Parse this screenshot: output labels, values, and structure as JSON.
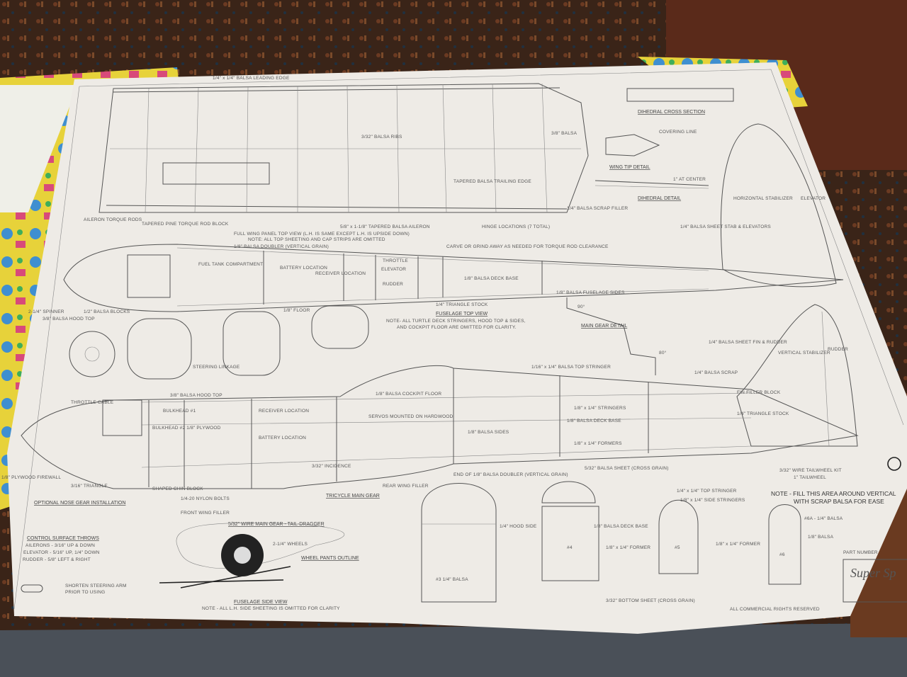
{
  "colors": {
    "paper": "#eeebe6",
    "carpet": "#3a2418",
    "fabric_yellow": "#e7d23a",
    "fabric_blue": "#3f8fd0",
    "ink": "#555555"
  },
  "title_block": {
    "title": "Super Sp",
    "part_number": "PART NUMBER",
    "rights": "ALL COMMERCIAL RIGHTS RESERVED"
  },
  "wing": {
    "title": "FULL WING PANEL TOP VIEW (L.H. IS SAME EXCEPT L.H. IS UPSIDE DOWN)",
    "note": "NOTE: ALL TOP SHEETING AND CAP STRIPS ARE OMITTED",
    "leading_edge": "1/4\" x 1/4\" BALSA LEADING EDGE",
    "aileron": "5/8\" x 1-1/8\" TAPERED BALSA AILERON",
    "hinges": "HINGE LOCATIONS (7 TOTAL)",
    "torque_rods": "AILERON TORQUE RODS",
    "torque_block": "TAPERED PINE TORQUE ROD BLOCK",
    "ribs": "3/32\" BALSA RIBS",
    "trailing_edge": "TAPERED BALSA TRAILING EDGE",
    "tip": "3/8\" BALSA",
    "scrap_filler": "1/4\" BALSA SCRAP FILLER",
    "tip_detail": "WING TIP DETAIL",
    "covering": "COVERING LINE",
    "dihedral_detail": "DIHEDRAL DETAIL",
    "dihedral_center": "1\" AT CENTER",
    "dihedral_section": "DIHEDRAL CROSS SECTION"
  },
  "tail": {
    "stab": "HORIZONTAL STABILIZER",
    "elevator": "ELEVATOR",
    "stab_sheet": "1/4\" BALSA SHEET STAB & ELEVATORS",
    "fin": "VERTICAL STABILIZER",
    "rudder": "RUDDER",
    "fin_sheet": "1/4\" BALSA SHEET FIN & RUDDER",
    "scrap": "1/4\" BALSA SCRAP",
    "fin_filler": "FIN FILLER BLOCK",
    "triangle": "1/4\" TRIANGLE STOCK",
    "tailwheel_wire": "3/32\" WIRE TAILWHEEL KIT",
    "tailwheel": "1\" TAILWHEEL"
  },
  "top_view": {
    "title": "FUSELAGE TOP VIEW",
    "note1": "NOTE- ALL TURTLE DECK STRINGERS, HOOD TOP & SIDES,",
    "note2": "AND COCKPIT FLOOR ARE OMITTED FOR CLARITY.",
    "doubler": "1/8\" BALSA DOUBLER (VERTICAL GRAIN)",
    "fuel": "FUEL TANK COMPARTMENT",
    "battery": "BATTERY LOCATION",
    "receiver": "RECEIVER LOCATION",
    "throttle": "THROTTLE",
    "elevator_servo": "ELEVATOR",
    "rudder_servo": "RUDDER",
    "deck_base": "1/8\" BALSA DECK BASE",
    "sides": "1/8\" BALSA FUSELAGE SIDES",
    "triangle": "1/4\" TRIANGLE STOCK",
    "floor": "1/8\" FLOOR",
    "spinner": "2-1/4\" SPINNER",
    "blocks": "1/2\" BALSA BLOCKS",
    "hood_top": "3/8\" BALSA HOOD TOP",
    "carve": "CARVE OR GRIND AWAY AS NEEDED FOR TORQUE ROD CLEARANCE"
  },
  "gear_detail": {
    "title": "MAIN GEAR DETAIL",
    "angle1": "90°",
    "angle2": "80°"
  },
  "side_view": {
    "title": "FUSELAGE SIDE VIEW",
    "note": "NOTE - ALL L.H. SIDE SHEETING IS OMITTED FOR CLARITY",
    "top_stringer": "1/16\" x 1/4\" BALSA TOP STRINGER",
    "cockpit_floor": "1/8\" BALSA COCKPIT FLOOR",
    "hood_top": "3/8\" BALSA HOOD TOP",
    "bulkhead1": "BULKHEAD #1",
    "bulkhead2": "BULKHEAD #2 1/8\" PLYWOOD",
    "receiver": "RECEIVER LOCATION",
    "battery": "BATTERY LOCATION",
    "servos": "SERVOS MOUNTED ON HARDWOOD",
    "sides": "1/8\" BALSA SIDES",
    "stringers": "1/8\" x 1/4\" STRINGERS",
    "deck_base": "1/8\" BALSA DECK BASE",
    "formers": "1/8\" x 1/4\" FORMERS",
    "doubler_end": "END OF 1/8\" BALSA DOUBLER (VERTICAL GRAIN)",
    "sheet": "5/32\" BALSA SHEET (CROSS GRAIN)",
    "rear_filler": "REAR WING FILLER",
    "front_filler": "FRONT WING FILLER",
    "chin": "SHAPED CHIN BLOCK",
    "bolts": "1/4-20 NYLON BOLTS",
    "incidence": "3/32\" INCIDENCE",
    "tricycle": "TRICYCLE MAIN GEAR",
    "nose_gear": "OPTIONAL NOSE GEAR INSTALLATION",
    "firewall": "1/8\" PLYWOOD FIREWALL",
    "triangle": "3/16\" TRIANGLE",
    "main_gear": "5/32\" WIRE MAIN GEAR - TAIL-DRAGGER",
    "wheels": "2-1/4\" WHEELS",
    "pants": "WHEEL PANTS OUTLINE",
    "throttle_cable": "THROTTLE CABLE",
    "steering": "STEERING LINKAGE"
  },
  "throws": {
    "title": "CONTROL SURFACE THROWS",
    "ailerons": "AILERONS - 3/16\" UP & DOWN",
    "elevator": "ELEVATOR - 5/16\" UP, 1/4\" DOWN",
    "rudder": "RUDDER - 5/8\" LEFT & RIGHT",
    "steering_note1": "SHORTEN STEERING ARM",
    "steering_note2": "PRIOR TO USING"
  },
  "formers": {
    "f3": "#3 1/4\" BALSA",
    "hood_side": "1/4\" HOOD SIDE",
    "f4": "#4",
    "f4_deck": "1/8\" BALSA DECK BASE",
    "former_14": "1/8\" x 1/4\" FORMER",
    "top_stringer": "1/4\" x 1/4\" TOP STRINGER",
    "side_stringers": "1/8\" x 1/4\" SIDE STRINGERS",
    "f5": "#5",
    "f6": "#6",
    "f6a": "#6A - 1/4\" BALSA",
    "balsa_18": "1/8\" BALSA",
    "bottom_sheet": "3/32\" BOTTOM SHEET (CROSS GRAIN)",
    "fill_note1": "NOTE - FILL THIS AREA AROUND VERTICAL",
    "fill_note2": "WITH SCRAP BALSA FOR EASE"
  }
}
